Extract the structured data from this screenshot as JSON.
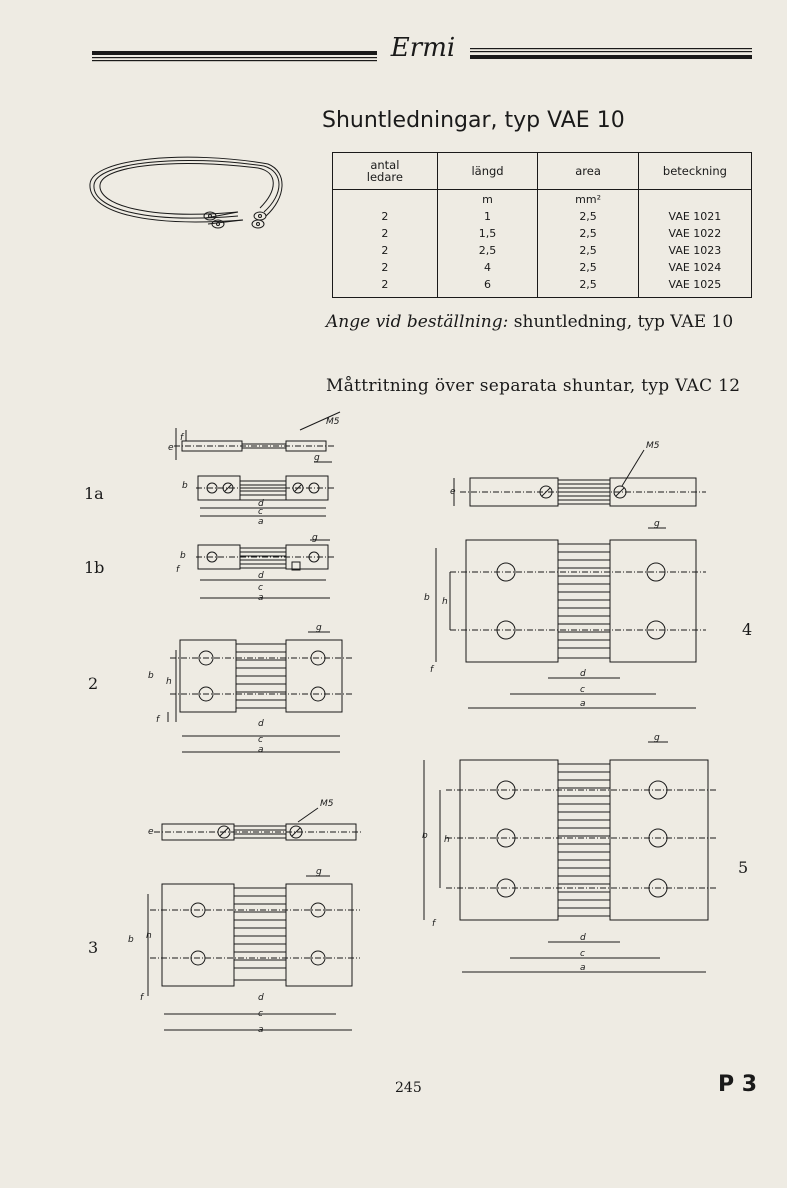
{
  "header": {
    "logo": "Ermi"
  },
  "title": "Shuntledningar, typ VAE 10",
  "table": {
    "headers": [
      "antal\nledare",
      "längd",
      "area",
      "beteckning"
    ],
    "units": [
      "",
      "m",
      "mm²",
      ""
    ],
    "rows": [
      [
        "2",
        "1",
        "2,5",
        "VAE 1021"
      ],
      [
        "2",
        "1,5",
        "2,5",
        "VAE 1022"
      ],
      [
        "2",
        "2,5",
        "2,5",
        "VAE 1023"
      ],
      [
        "2",
        "4",
        "2,5",
        "VAE 1024"
      ],
      [
        "2",
        "6",
        "2,5",
        "VAE 1025"
      ]
    ]
  },
  "order_note": {
    "label": "Ange vid beställning:",
    "text": "shuntledning, typ VAE 10"
  },
  "subtitle": "Måttritning över separata shuntar, typ VAC 12",
  "figures": {
    "labels": [
      "1a",
      "1b",
      "2",
      "3",
      "4",
      "5"
    ],
    "dims": {
      "a": "a",
      "b": "b",
      "c": "c",
      "d": "d",
      "e": "e",
      "f": "f",
      "g": "g",
      "h": "h",
      "m5": "M5"
    }
  },
  "footer": {
    "page_number": "245",
    "section": "P 3"
  }
}
